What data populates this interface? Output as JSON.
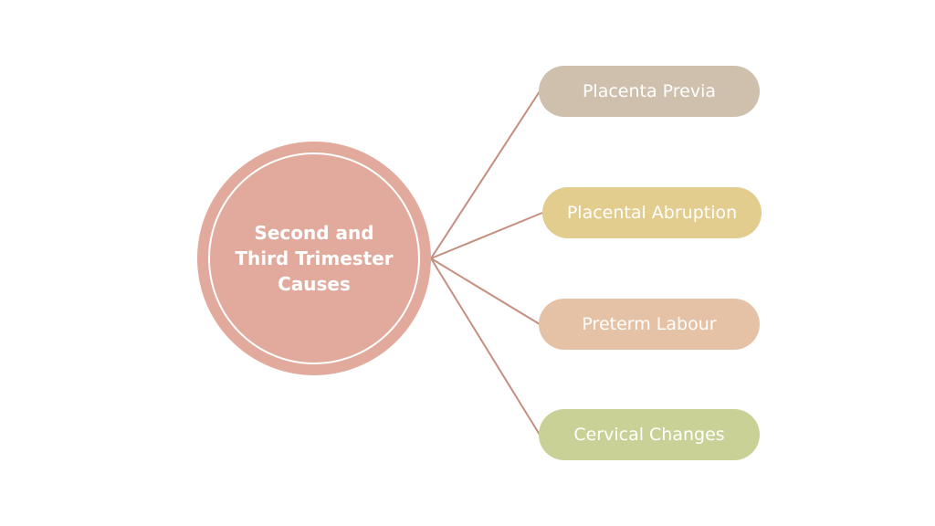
{
  "center": {
    "label": "Second and Third Trimester Causes"
  },
  "branches": [
    {
      "label": "Placenta Previa",
      "color": "#cfc0ad"
    },
    {
      "label": "Placental Abruption",
      "color": "#e2cc8e"
    },
    {
      "label": "Preterm Labour",
      "color": "#e5c2a6"
    },
    {
      "label": "Cervical Changes",
      "color": "#c9d197"
    }
  ],
  "colors": {
    "hub": "#e2aa9c",
    "connector": "#c48f80"
  }
}
